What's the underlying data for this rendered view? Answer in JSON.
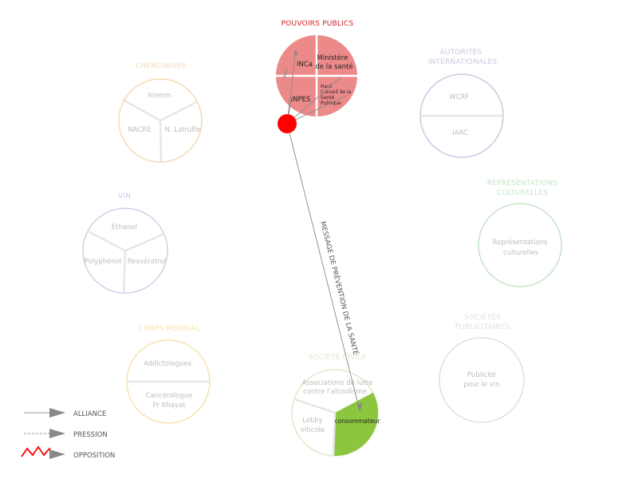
{
  "colors": {
    "pouvoirs": "#ec8a8a",
    "pouvoirs_title": "#d0202a",
    "node_red": "#ff0000",
    "chercheurs": "#f6d9b6",
    "autorites": "#c9c9e4",
    "representations": "#c6e4c7",
    "vin": "#cfcfe8",
    "corps": "#f6e2a8",
    "societe": "#dfe9c8",
    "green": "#8cc63f",
    "pub": "#e0e0e0",
    "faded_text": "#bdbdbd",
    "line": "#888888",
    "legend_text": "#555555"
  },
  "pouvoirs_publics": {
    "title": "POUVOIRS PUBLICS",
    "sectors": {
      "inca": "INCa",
      "ministere_line1": "Ministère",
      "ministere_line2": "de la santé",
      "inpes": "INPES",
      "haut_line1": "Haut",
      "haut_line2": "Conseil de la",
      "haut_line3": "Santé",
      "haut_line4": "Publique"
    },
    "small_mark": "INCa"
  },
  "chercheurs": {
    "title": "CHERCHEURS",
    "sectors": {
      "top": "Inserm",
      "left": "NACRE",
      "right": "N. Latruffe"
    }
  },
  "autorites": {
    "title_line1": "AUTORITÉS",
    "title_line2": "INTERNATIONALES",
    "sectors": {
      "top": "WCRF",
      "bottom": "IARC"
    }
  },
  "representations": {
    "title_line1": "REPRÉSENTATIONS",
    "title_line2": "CULTURELLES",
    "content_line1": "Représentations",
    "content_line2": "culturelles"
  },
  "vin": {
    "title": "VIN",
    "sectors": {
      "top": "Éthanol",
      "left": "Polyphénol",
      "right": "Resvératrol"
    }
  },
  "corps_medical": {
    "title": "CORPS MÉDICAL",
    "sectors": {
      "top": "Addictologues",
      "bottom_line1": "Cancérologue",
      "bottom_line2": "Pr Khayat"
    }
  },
  "societes_pub": {
    "title_line1": "SOCIÉTÉS",
    "title_line2": "PUBLICITAIRES",
    "content_line1": "Publicité",
    "content_line2": "pour le vin"
  },
  "societe_civile": {
    "title": "SOCIÉTÉ CIVILE",
    "sectors": {
      "top_line1": "Associations de lutte",
      "top_line2": "contre l'alcoolisme",
      "left_line1": "Lobby",
      "left_line2": "viticole",
      "consommateur": "consommateur"
    }
  },
  "message_label": "MESSAGE DE PRÉVENTION DE LA SANTÉ",
  "legend": {
    "alliance": "ALLIANCE",
    "pression": "PRESSION",
    "opposition": "OPPOSITION"
  }
}
